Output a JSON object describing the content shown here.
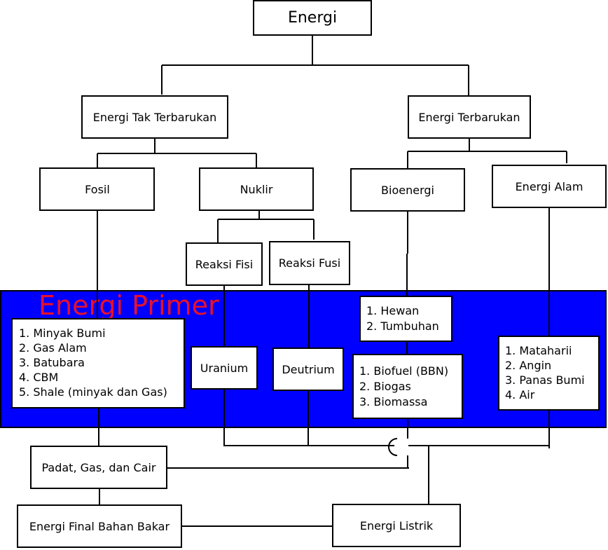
{
  "root": "Energi",
  "non_renewable": "Energi Tak Terbarukan",
  "renewable": "Energi Terbarukan",
  "fosil": "Fosil",
  "nuklir": "Nuklir",
  "bioenergi": "Bioenergi",
  "energi_alam": "Energi Alam",
  "reaksi_fisi": "Reaksi Fisi",
  "reaksi_fusi": "Reaksi Fusi",
  "primer_title": "Energi Primer",
  "primer_title_color": "#e8102a",
  "band_color": "#0000ff",
  "fosil_list": [
    "1. Minyak Bumi",
    "2. Gas Alam",
    "3. Batubara",
    "4. CBM",
    "5. Shale (minyak dan Gas)"
  ],
  "uranium": "Uranium",
  "deutrium": "Deutrium",
  "bio_sources": [
    "1. Hewan",
    "2. Tumbuhan"
  ],
  "bio_products": [
    "1. Biofuel (BBN)",
    "2. Biogas",
    "3. Biomassa"
  ],
  "alam_list": [
    "1. Mataharii",
    "2. Angin",
    "3. Panas Bumi",
    "4. Air"
  ],
  "padat": "Padat, Gas, dan Cair",
  "final_bahan_bakar": "Energi Final Bahan Bakar",
  "listrik": "Energi Listrik"
}
